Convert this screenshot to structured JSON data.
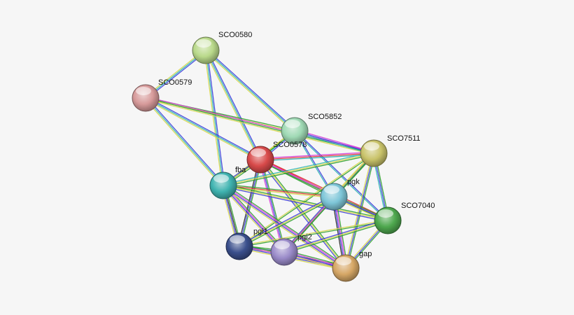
{
  "network": {
    "nodes": [
      {
        "id": "SCO0580",
        "label": "SCO0580",
        "color": "#b9d98a"
      },
      {
        "id": "SCO0579",
        "label": "SCO0579",
        "color": "#d79a9a"
      },
      {
        "id": "SCO5852",
        "label": "SCO5852",
        "color": "#9fd9b4"
      },
      {
        "id": "SCO7511",
        "label": "SCO7511",
        "color": "#c9c36a"
      },
      {
        "id": "SCO0578",
        "label": "SCO0578",
        "color": "#d84a4a"
      },
      {
        "id": "fba",
        "label": "fba",
        "color": "#3fb3b0"
      },
      {
        "id": "pgk",
        "label": "pgk",
        "color": "#7ec6d8"
      },
      {
        "id": "SCO7040",
        "label": "SCO7040",
        "color": "#4ea84e"
      },
      {
        "id": "pgi1",
        "label": "pgi1",
        "color": "#3a4f8c"
      },
      {
        "id": "pgi2",
        "label": "pgi2",
        "color": "#9a8bc9"
      },
      {
        "id": "gap",
        "label": "gap",
        "color": "#d6a766"
      }
    ],
    "edges": [
      {
        "a": "SCO0580",
        "b": "SCO0579",
        "colors": [
          "#3b3bdc",
          "#2ab3b3",
          "#d6d64a"
        ]
      },
      {
        "a": "SCO0580",
        "b": "SCO5852",
        "colors": [
          "#3b3bdc",
          "#2ab3b3",
          "#d6d64a"
        ]
      },
      {
        "a": "SCO0580",
        "b": "SCO0578",
        "colors": [
          "#3b3bdc",
          "#2ab3b3",
          "#d6d64a"
        ]
      },
      {
        "a": "SCO0580",
        "b": "fba",
        "colors": [
          "#3b3bdc",
          "#2ab3b3",
          "#d6d64a"
        ]
      },
      {
        "a": "SCO0579",
        "b": "SCO5852",
        "colors": [
          "#2fa02f",
          "#d6d64a"
        ]
      },
      {
        "a": "SCO0579",
        "b": "SCO0578",
        "colors": [
          "#3b3bdc",
          "#2ab3b3",
          "#d6d64a"
        ]
      },
      {
        "a": "SCO0579",
        "b": "fba",
        "colors": [
          "#3b3bdc",
          "#2ab3b3",
          "#d6d64a"
        ]
      },
      {
        "a": "SCO0579",
        "b": "SCO7511",
        "colors": [
          "#d63bd6",
          "#2fa02f",
          "#d6d64a"
        ]
      },
      {
        "a": "SCO5852",
        "b": "SCO7511",
        "colors": [
          "#d63bd6",
          "#3b3bdc",
          "#2ab3b3"
        ]
      },
      {
        "a": "SCO5852",
        "b": "SCO0578",
        "colors": [
          "#3b3bdc",
          "#2ab3b3",
          "#d6d64a"
        ]
      },
      {
        "a": "SCO5852",
        "b": "fba",
        "colors": [
          "#2fa02f",
          "#d6d64a"
        ]
      },
      {
        "a": "SCO5852",
        "b": "pgk",
        "colors": [
          "#3b3bdc",
          "#2ab3b3"
        ]
      },
      {
        "a": "SCO5852",
        "b": "SCO7040",
        "colors": [
          "#3b3bdc",
          "#2ab3b3"
        ]
      },
      {
        "a": "SCO0578",
        "b": "SCO7511",
        "colors": [
          "#d63bd6",
          "#e03030",
          "#2ab3b3"
        ]
      },
      {
        "a": "SCO0578",
        "b": "fba",
        "colors": [
          "#2fa02f",
          "#d6d64a",
          "#3b3bdc"
        ]
      },
      {
        "a": "SCO0578",
        "b": "pgk",
        "colors": [
          "#e03030",
          "#d63bd6",
          "#2fa02f"
        ]
      },
      {
        "a": "SCO0578",
        "b": "SCO7040",
        "colors": [
          "#e03030",
          "#d63bd6",
          "#2fa02f"
        ]
      },
      {
        "a": "SCO0578",
        "b": "pgi1",
        "colors": [
          "#2fa02f",
          "#3b3bdc",
          "#222222"
        ]
      },
      {
        "a": "SCO0578",
        "b": "pgi2",
        "colors": [
          "#2fa02f",
          "#3b3bdc",
          "#d63bd6"
        ]
      },
      {
        "a": "SCO0578",
        "b": "gap",
        "colors": [
          "#2fa02f",
          "#d6d64a",
          "#3b3bdc"
        ]
      },
      {
        "a": "SCO7511",
        "b": "fba",
        "colors": [
          "#2fa02f",
          "#d6d64a",
          "#2ab3b3"
        ]
      },
      {
        "a": "SCO7511",
        "b": "pgk",
        "colors": [
          "#2fa02f",
          "#3b3bdc",
          "#d6d64a"
        ]
      },
      {
        "a": "SCO7511",
        "b": "SCO7040",
        "colors": [
          "#2fa02f",
          "#3b3bdc",
          "#2ab3b3"
        ]
      },
      {
        "a": "SCO7511",
        "b": "pgi1",
        "colors": [
          "#2fa02f",
          "#d6d64a"
        ]
      },
      {
        "a": "SCO7511",
        "b": "pgi2",
        "colors": [
          "#2fa02f",
          "#d6d64a"
        ]
      },
      {
        "a": "SCO7511",
        "b": "gap",
        "colors": [
          "#2fa02f",
          "#3b3bdc",
          "#d6d64a"
        ]
      },
      {
        "a": "fba",
        "b": "pgk",
        "colors": [
          "#2fa02f",
          "#e03030",
          "#d6d64a"
        ]
      },
      {
        "a": "fba",
        "b": "SCO7040",
        "colors": [
          "#2fa02f",
          "#d6d64a",
          "#3b3bdc"
        ]
      },
      {
        "a": "fba",
        "b": "pgi1",
        "colors": [
          "#2fa02f",
          "#222222",
          "#3b3bdc",
          "#d6d64a"
        ]
      },
      {
        "a": "fba",
        "b": "pgi2",
        "colors": [
          "#2fa02f",
          "#d63bd6",
          "#3b3bdc",
          "#d6d64a"
        ]
      },
      {
        "a": "fba",
        "b": "gap",
        "colors": [
          "#2fa02f",
          "#d63bd6",
          "#3b3bdc",
          "#d6d64a"
        ]
      },
      {
        "a": "pgk",
        "b": "SCO7040",
        "colors": [
          "#2fa02f",
          "#3b3bdc",
          "#d6d64a"
        ]
      },
      {
        "a": "pgk",
        "b": "pgi1",
        "colors": [
          "#2fa02f",
          "#d6d64a",
          "#3b3bdc"
        ]
      },
      {
        "a": "pgk",
        "b": "pgi2",
        "colors": [
          "#2fa02f",
          "#d63bd6",
          "#3b3bdc"
        ]
      },
      {
        "a": "pgk",
        "b": "gap",
        "colors": [
          "#2fa02f",
          "#d63bd6",
          "#3b3bdc",
          "#222222"
        ]
      },
      {
        "a": "SCO7040",
        "b": "pgi1",
        "colors": [
          "#2fa02f",
          "#d6d64a"
        ]
      },
      {
        "a": "SCO7040",
        "b": "pgi2",
        "colors": [
          "#2fa02f",
          "#d6d64a",
          "#3b3bdc"
        ]
      },
      {
        "a": "SCO7040",
        "b": "gap",
        "colors": [
          "#2fa02f",
          "#3b3bdc",
          "#d6d64a"
        ]
      },
      {
        "a": "pgi1",
        "b": "pgi2",
        "colors": [
          "#2fa02f",
          "#3b3bdc",
          "#d6d64a"
        ]
      },
      {
        "a": "pgi1",
        "b": "gap",
        "colors": [
          "#2fa02f",
          "#d63bd6",
          "#3b3bdc",
          "#d6d64a"
        ]
      },
      {
        "a": "pgi2",
        "b": "gap",
        "colors": [
          "#2fa02f",
          "#d63bd6",
          "#3b3bdc",
          "#d6d64a"
        ]
      }
    ]
  }
}
